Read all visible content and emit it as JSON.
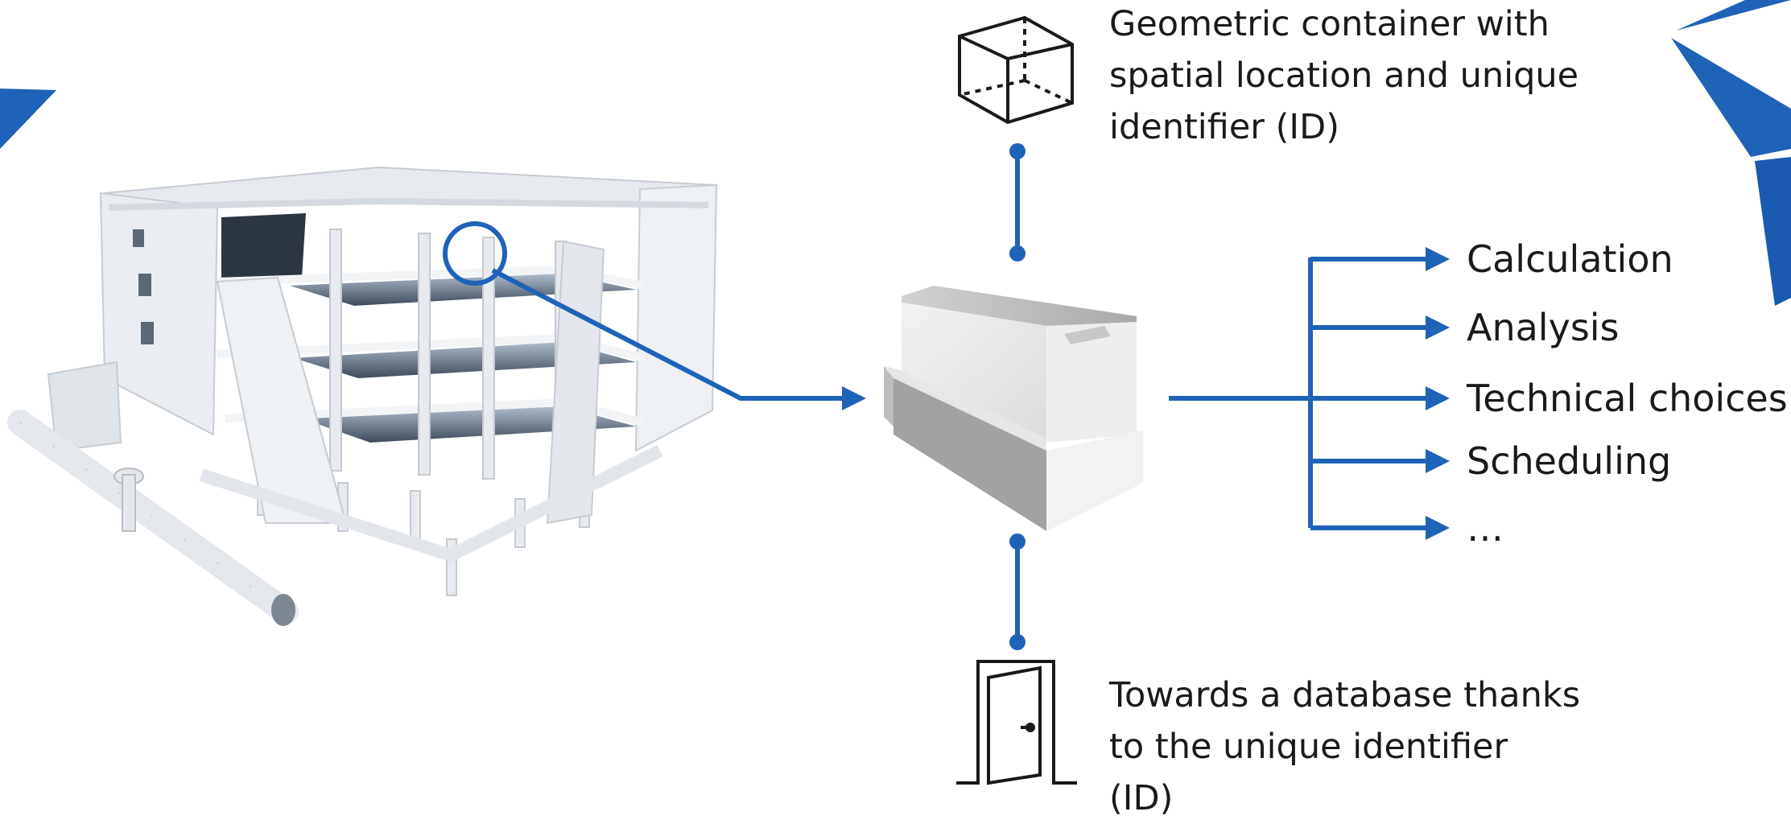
{
  "top_caption": [
    "Geometric container with",
    "spatial location and unique",
    "identifier (ID)"
  ],
  "bottom_caption": [
    "Towards a database thanks",
    "to the unique identifier",
    "(ID)"
  ],
  "outputs": [
    "Calculation",
    "Analysis",
    "Technical choices",
    "Scheduling",
    "…"
  ],
  "colors": {
    "accent": "#1f63b8",
    "line": "#1a1a1a"
  },
  "icons": [
    "cube-icon",
    "door-icon",
    "building-model-icon",
    "beam-element-icon"
  ]
}
